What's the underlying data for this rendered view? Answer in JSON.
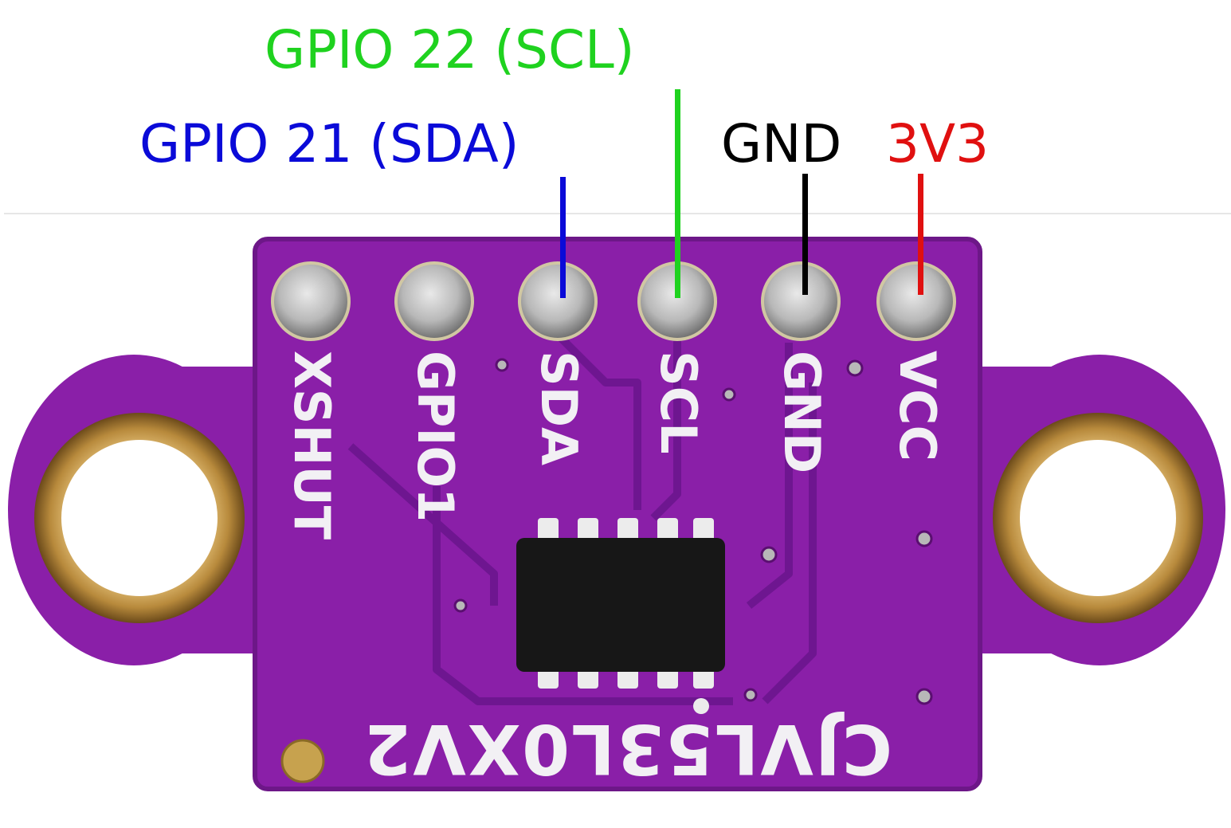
{
  "pin_labels": [
    {
      "text": "GPIO 22 (SCL)",
      "color": "#1fd21f",
      "pin": "SCL"
    },
    {
      "text": "GPIO 21 (SDA)",
      "color": "#0a0ad8",
      "pin": "SDA"
    },
    {
      "text": "GND",
      "color": "#000000",
      "pin": "GND"
    },
    {
      "text": "3V3",
      "color": "#e01010",
      "pin": "VCC"
    }
  ],
  "board": {
    "color": "#8a1fa8",
    "pins": [
      "XSHUT",
      "GPIO1",
      "SDA",
      "SCL",
      "GND",
      "VCC"
    ],
    "part_marking": "CJVL53L0XV2"
  }
}
